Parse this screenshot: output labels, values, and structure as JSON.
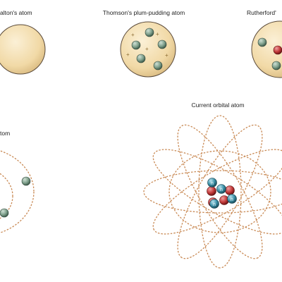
{
  "labels": {
    "dalton": "alton's atom",
    "thomson": "Thomson's plum-pudding atom",
    "rutherford": "Rutherford'",
    "bohr": "tom",
    "orbital": "Current orbital atom"
  },
  "colors": {
    "sphere_fill": "#f3deb0",
    "sphere_edge": "#5a4a3a",
    "electron": "#7fa08c",
    "proton": "#c23a3a",
    "neutron": "#3a8fa6",
    "orbit": "#c98a55"
  },
  "symbols": {
    "neutron": "n",
    "plus": "+"
  }
}
